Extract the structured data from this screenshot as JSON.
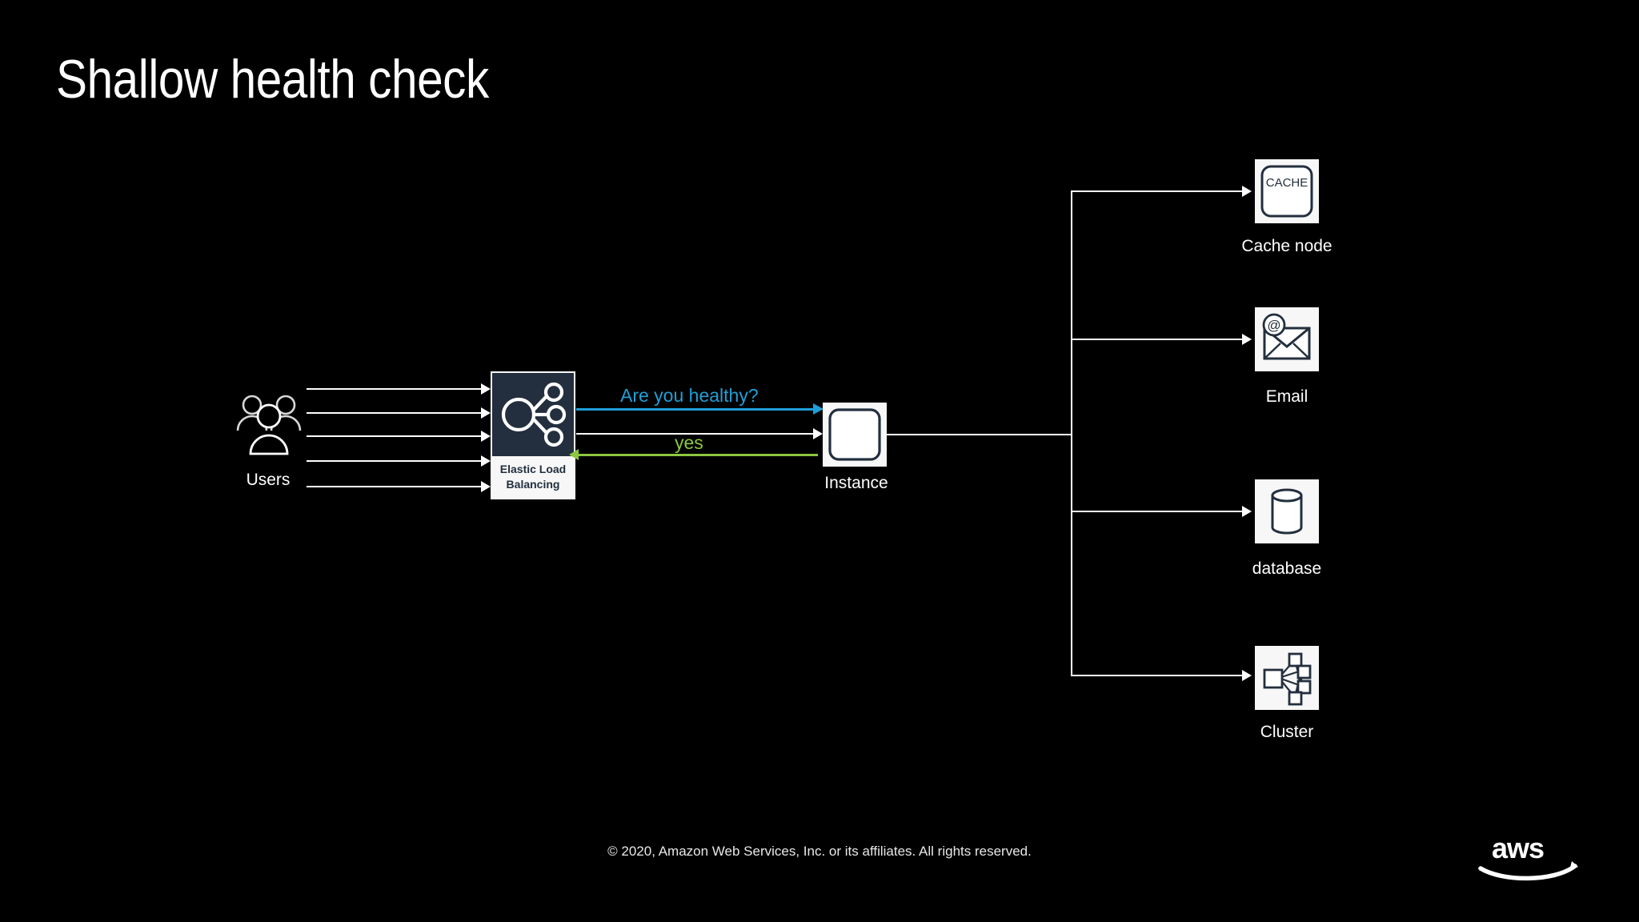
{
  "slide": {
    "title": "Shallow health check",
    "background_color": "#000000",
    "text_color": "#ffffff"
  },
  "diagram": {
    "nodes": {
      "users": {
        "label": "Users",
        "icon": "users-icon"
      },
      "load_balancer": {
        "caption_line1": "Elastic Load",
        "caption_line2": "Balancing",
        "icon": "elastic-load-balancing-icon",
        "icon_bg": "#232f3e"
      },
      "instance": {
        "label": "Instance",
        "icon": "instance-icon"
      },
      "cache": {
        "label": "Cache node",
        "icon": "cache-icon",
        "icon_text": "CACHE"
      },
      "email": {
        "label": "Email",
        "icon": "email-icon"
      },
      "database": {
        "label": "database",
        "icon": "database-icon"
      },
      "cluster": {
        "label": "Cluster",
        "icon": "cluster-icon"
      }
    },
    "edges": {
      "health_check_request": {
        "label": "Are you healthy?",
        "color": "#1f9fd8",
        "direction": "right"
      },
      "health_check_response": {
        "label": "yes",
        "color": "#8cc63f",
        "direction": "left"
      },
      "user_traffic": {
        "count": 5,
        "color": "#ffffff",
        "direction": "right"
      },
      "backend_fanout": {
        "count": 4,
        "color": "#ffffff",
        "direction": "right"
      }
    }
  },
  "footer": {
    "copyright": "© 2020, Amazon Web Services, Inc. or its affiliates. All rights reserved.",
    "logo_text": "aws"
  }
}
